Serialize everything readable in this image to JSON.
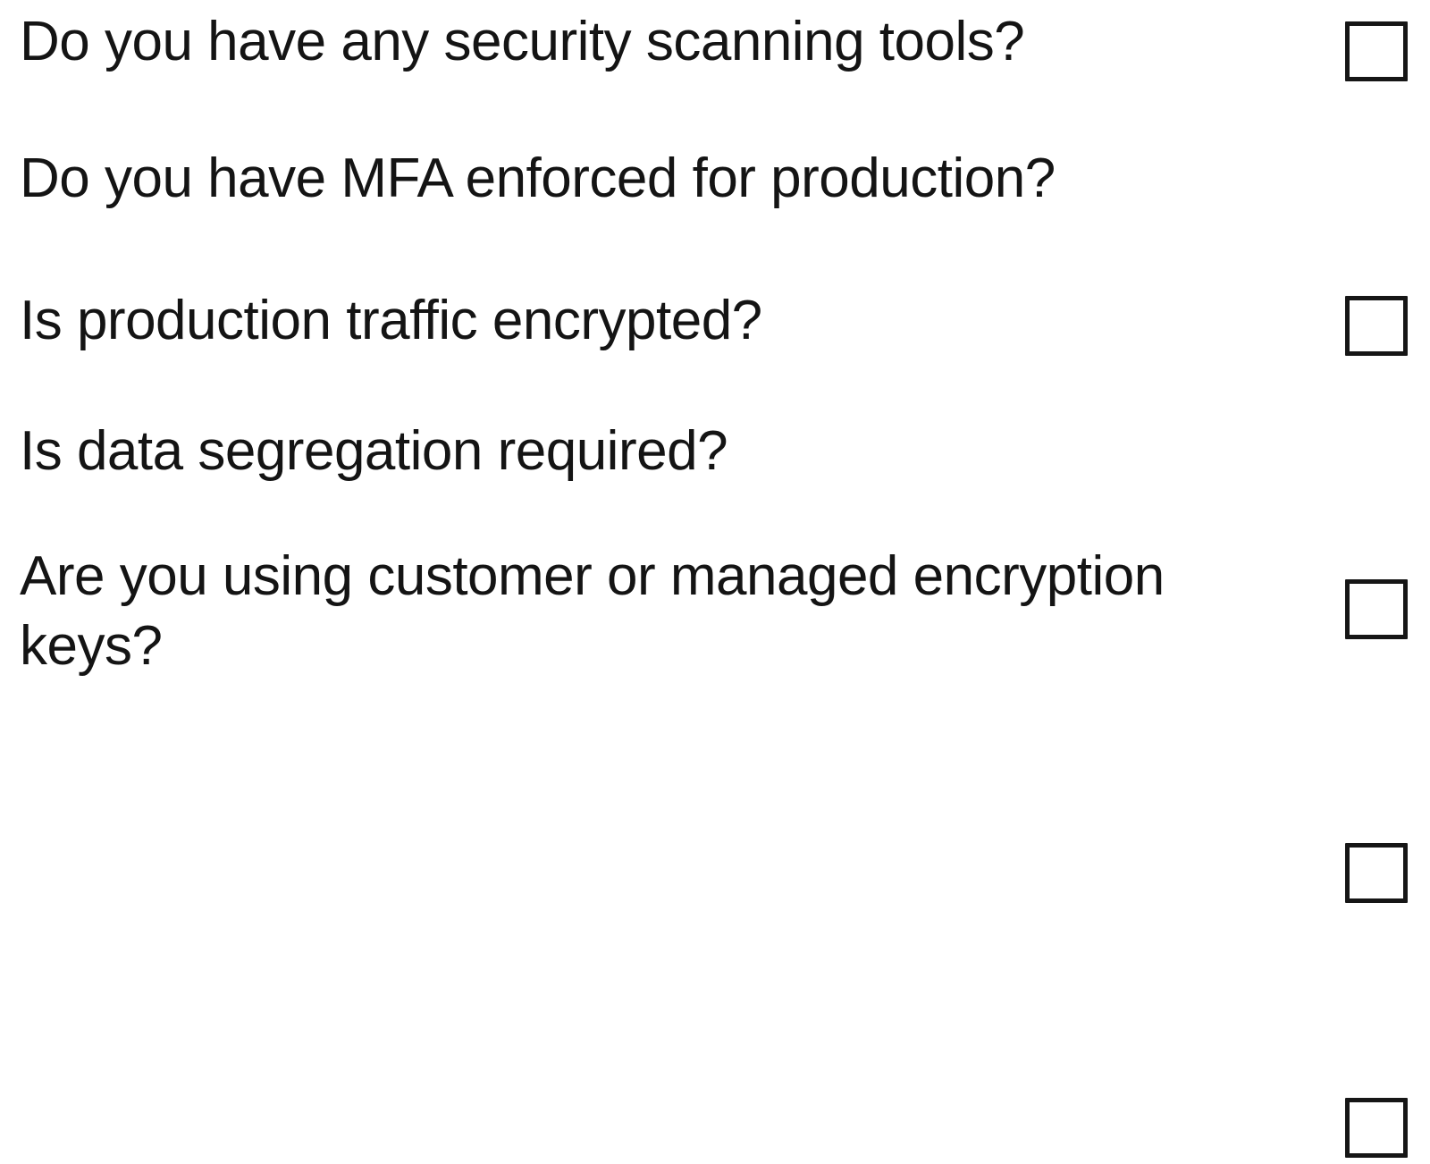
{
  "page": {
    "background_color": "#ffffff",
    "text_color": "#141414",
    "checkbox_border_color": "#161616",
    "kind": "security-questionnaire-form"
  },
  "questionnaire": {
    "items": [
      {
        "id": "security-scanning-tools",
        "text": "Do you have any security scanning tools?",
        "checked": false,
        "checkbox_state": "unchecked"
      },
      {
        "id": "mfa-enforced-production",
        "text": "Do you have MFA enforced for production?",
        "checked": false,
        "checkbox_state": "unchecked"
      },
      {
        "id": "production-traffic-encrypted",
        "text": "Is production traffic encrypted?",
        "checked": false,
        "checkbox_state": "unchecked"
      },
      {
        "id": "data-segregation-required",
        "text": "Is data segregation required?",
        "checked": false,
        "checkbox_state": "unchecked"
      },
      {
        "id": "customer-or-managed-encryption-keys",
        "text": "Are you using customer or managed encryption keys?",
        "checked": false,
        "checkbox_state": "unchecked"
      }
    ]
  }
}
